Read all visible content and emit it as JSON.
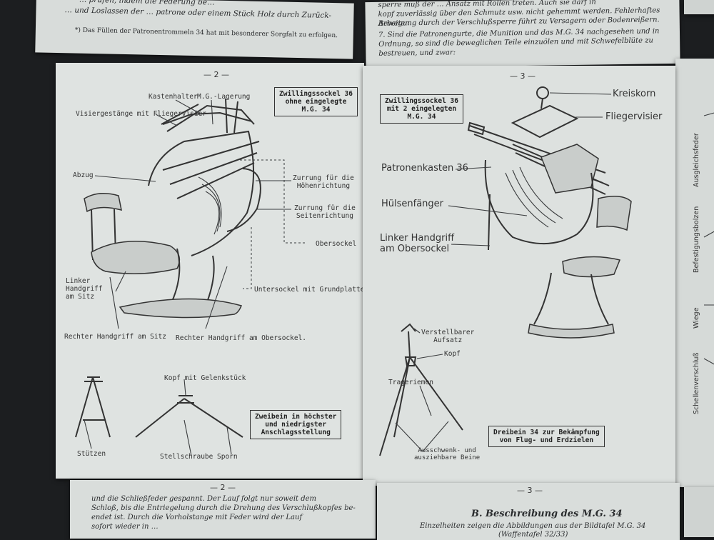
{
  "top_left_page": {
    "lines": [
      "… prüfen, indem die Federung be…",
      "… und Loslassen der … patrone oder einem Stück Holz durch Zurück-",
      "*) Das Füllen der Patronentrommeln 34 hat mit besonderer Sorgfalt zu erfolgen."
    ]
  },
  "top_right_page": {
    "lines": [
      "sperre muß der … Ansatz mit Rollen treten. Auch sie darf in",
      "kopf zuverlässig über den Schmutz usw. nicht gehemmt werden. Fehlerhaftes Arbeiten",
      "Bewegung durch der Verschlußsperre führt zu Versagern oder Bodenreißern.",
      "7. Sind die Patronengurte, die Munition und das M.G. 34 nachgesehen und in",
      "Ordnung, so sind die beweglichen Teile einzuölen und mit Schwefelblüte zu",
      "bestreuen, und zwar:"
    ]
  },
  "page2": {
    "number": "— 2 —",
    "box_title": [
      "Zwillingssockel 36",
      "ohne eingelegte",
      "M.G. 34"
    ],
    "labels": {
      "kastenhalter": "Kastenhalter",
      "mg_lagerung": "M.G.-Lagerung",
      "visier": "Visiergestänge mit Fliegervisier",
      "abzug": "Abzug",
      "zurrung_hoehe": [
        "Zurrung für die",
        "Höhenrichtung"
      ],
      "zurrung_seite": [
        "Zurrung für die",
        "Seitenrichtung"
      ],
      "obersockel": "Obersockel",
      "linker_handgriff": [
        "Linker",
        "Handgriff",
        "am Sitz"
      ],
      "untersockel": "Untersockel mit Grundplatte",
      "rechter_sitz": "Rechter Handgriff am Sitz",
      "rechter_ober": "Rechter Handgriff am Obersockel.",
      "kopf_gelenk": "Kopf mit Gelenkstück",
      "stuetzen": "Stützen",
      "stellschraube": "Stellschraube",
      "sporn": "Sporn"
    },
    "bipod_box": [
      "Zweibein in höchster",
      "und niedrigster",
      "Anschlagsstellung"
    ]
  },
  "page3": {
    "number": "— 3 —",
    "box_title": [
      "Zwillingssockel 36",
      "mit 2 eingelegten",
      "M.G. 34"
    ],
    "labels": {
      "kreiskorn": "Kreiskorn",
      "fliegervisier": "Fliegervisier",
      "patronenkasten": "Patronenkasten 36",
      "huelsenfaenger": "Hülsenfänger",
      "linker_handgriff": [
        "Linker Handgriff",
        "am Obersockel"
      ],
      "verstellbarer": [
        "Verstellbarer",
        "Aufsatz"
      ],
      "kopf": "Kopf",
      "trageriemen": "Trageriemen",
      "ausschwenk": [
        "Ausschwenk- und",
        "ausziehbare Beine"
      ]
    },
    "tripod_box": [
      "Dreibein 34 zur Bekämpfung",
      "von Flug- und Erdzielen"
    ]
  },
  "side_page": {
    "labels": [
      "Ausgleichsfeder",
      "Befestigungsbolzen",
      "Wiege",
      "Schellenverschluß"
    ]
  },
  "bottom_left": {
    "number": "— 2 —",
    "lines": [
      "und die Schließfeder gespannt. Der Lauf folgt nur soweit dem",
      "Schloß, bis die Entriegelung durch die Drehung des Verschlußkopfes be-",
      "endet ist. Durch die Vorholstange mit Feder wird der Lauf",
      "sofort wieder in …"
    ]
  },
  "bottom_right": {
    "number": "— 3 —",
    "heading": "B. Beschreibung des M.G. 34",
    "line": "Einzelheiten zeigen die Abbildungen aus der Bildtafel M.G. 34",
    "line2": "(Waffentafel 32/33)"
  }
}
